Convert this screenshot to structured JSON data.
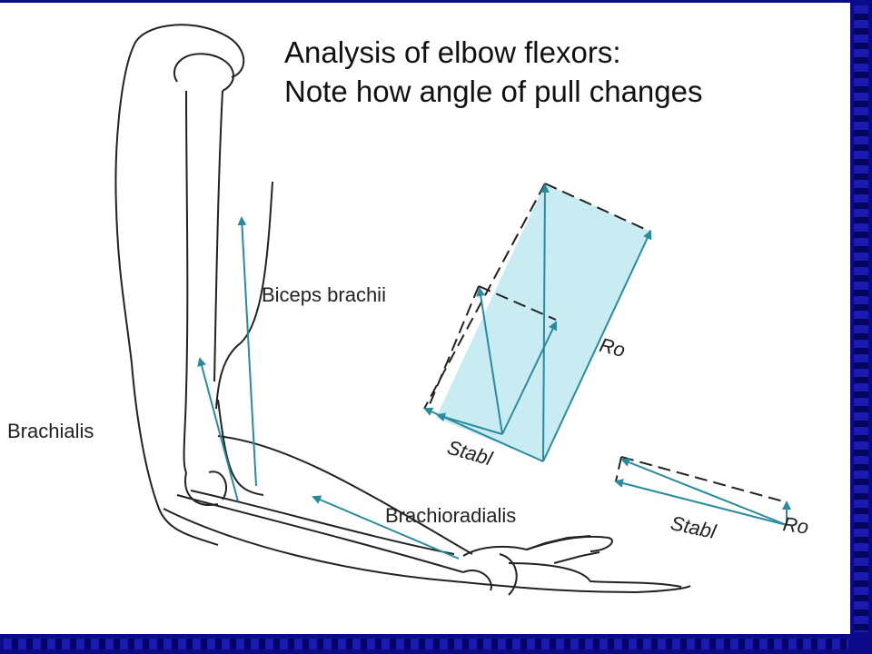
{
  "title": {
    "line1": "Analysis of elbow flexors:",
    "line2": "Note how angle of pull changes"
  },
  "labels": {
    "biceps": "Biceps brachii",
    "brachialis": "Brachialis",
    "brachioradialis": "Brachioradialis",
    "ro_upper": "Ro",
    "stabl_upper": "Stabl",
    "ro_lower": "Ro",
    "stabl_lower": "Stabl"
  },
  "colors": {
    "vector": "#2a8a9e",
    "parallelogram_fill": "#c9ecf3",
    "outline": "#222222",
    "border": "#0a0a8a"
  }
}
